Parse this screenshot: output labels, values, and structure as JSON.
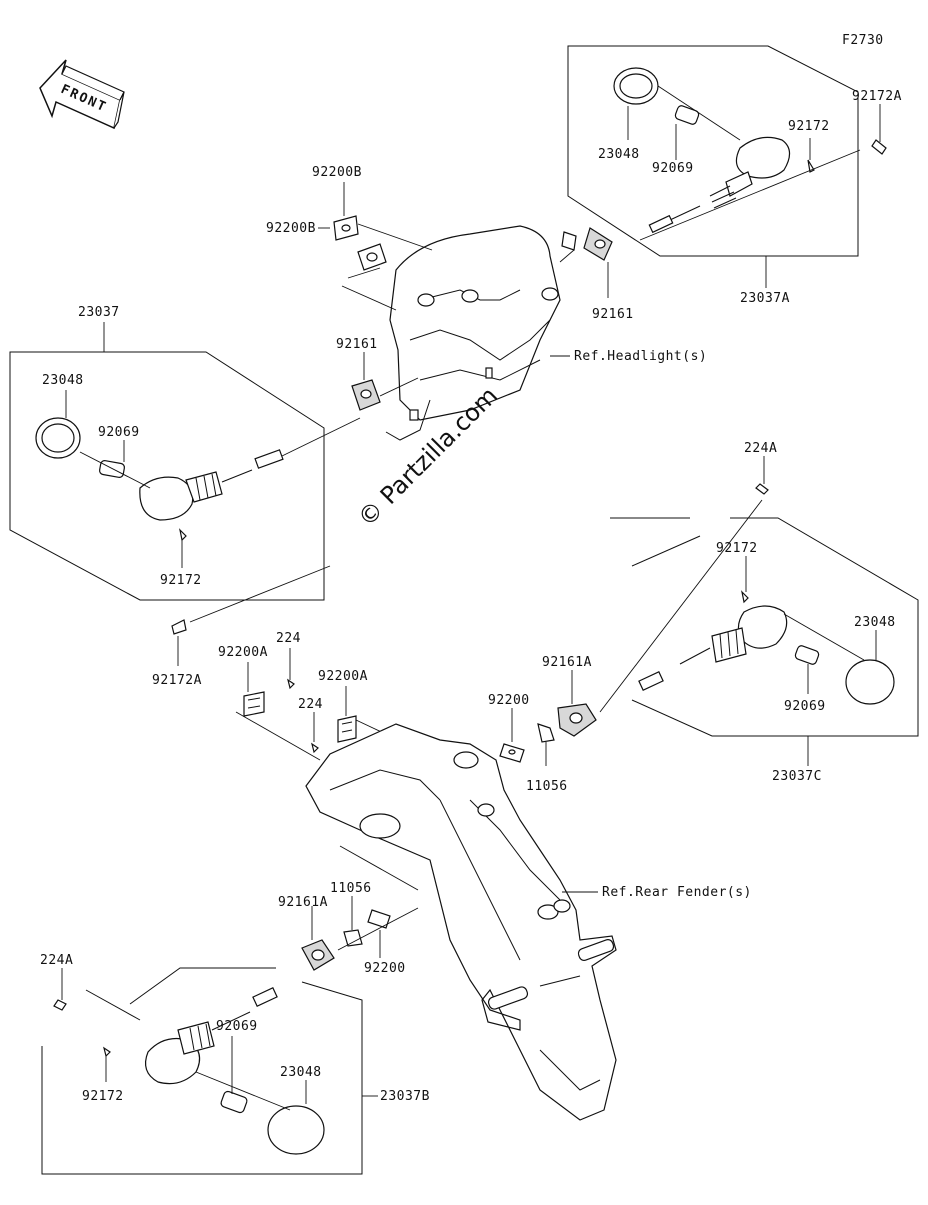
{
  "figure_code": "F2730",
  "front_label": "FRONT",
  "watermark": "© Partzilla.com",
  "refs": {
    "headlight": "Ref.Headlight(s)",
    "rear_fender": "Ref.Rear Fender(s)"
  },
  "labels": {
    "p92200B_a": "92200B",
    "p92200B_b": "92200B",
    "p92161_center": "92161",
    "p92161_right": "92161",
    "p23048_tr": "23048",
    "p92069_tr": "92069",
    "p92172_tr": "92172",
    "p92172A_tr": "92172A",
    "p23037A": "23037A",
    "p23037": "23037",
    "p23048_l": "23048",
    "p92069_l": "92069",
    "p92172_l": "92172",
    "p92172A_l": "92172A",
    "p92200A_a": "92200A",
    "p224_a": "224",
    "p92200A_b": "92200A",
    "p224_b": "224",
    "p92200_mid": "92200",
    "p11056_mid": "11056",
    "p92161A_mid": "92161A",
    "p224A_r": "224A",
    "p92172_r": "92172",
    "p23048_r": "23048",
    "p92069_r": "92069",
    "p23037C": "23037C",
    "p92161A_bl": "92161A",
    "p11056_bl": "11056",
    "p92200_bl": "92200",
    "p224A_bl": "224A",
    "p92172_bl": "92172",
    "p92069_bl": "92069",
    "p23048_bl": "23048",
    "p23037B": "23037B"
  }
}
